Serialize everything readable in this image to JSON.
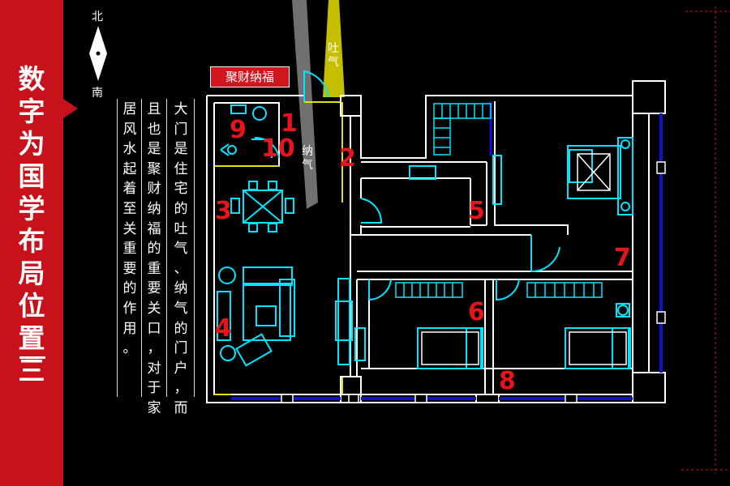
{
  "sidebar": {
    "title": "数字为国学布局位置三"
  },
  "compass": {
    "north": "北",
    "south": "南"
  },
  "description": {
    "columns": [
      "大门是住宅的吐气、纳气的门户，而",
      "且也是聚财纳福的重要关口，对于家",
      "居风水起着至关重要的作用。"
    ]
  },
  "tag": {
    "label": "聚财纳福"
  },
  "airflow": {
    "out_label": "吐气",
    "in_label": "纳气"
  },
  "room_numbers": [
    "1",
    "2",
    "3",
    "4",
    "5",
    "6",
    "7",
    "8",
    "9",
    "10"
  ],
  "colors": {
    "accent_red": "#c8121b",
    "wall": "#ffffff",
    "furniture": "#00e5ff",
    "highlight_yellow": "#e8e000",
    "window_blue": "#1010d0",
    "number_red": "#e8141c"
  },
  "icons": [
    "compass-icon",
    "arrow-pointer-icon"
  ]
}
